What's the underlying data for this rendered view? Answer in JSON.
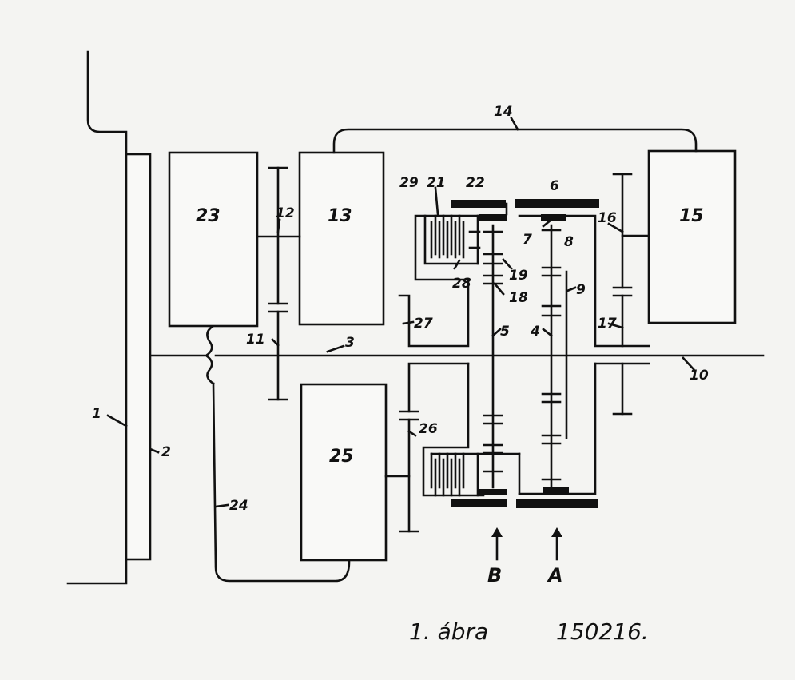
{
  "labels": {
    "l1": "1",
    "l2": "2",
    "l3": "3",
    "l4": "4",
    "l5": "5",
    "l6": "6",
    "l7": "7",
    "l8": "8",
    "l9": "9",
    "l10": "10",
    "l11": "11",
    "l12": "12",
    "l13": "13",
    "l14": "14",
    "l15": "15",
    "l16": "16",
    "l17": "17",
    "l18": "18",
    "l19": "19",
    "l21": "21",
    "l22": "22",
    "l23": "23",
    "l24": "24",
    "l25": "25",
    "l26": "26",
    "l27": "27",
    "l28": "28",
    "l29": "29"
  },
  "arrows": {
    "a": "A",
    "b": "B"
  },
  "caption": {
    "figure": "1. ábra",
    "number": "150216."
  }
}
